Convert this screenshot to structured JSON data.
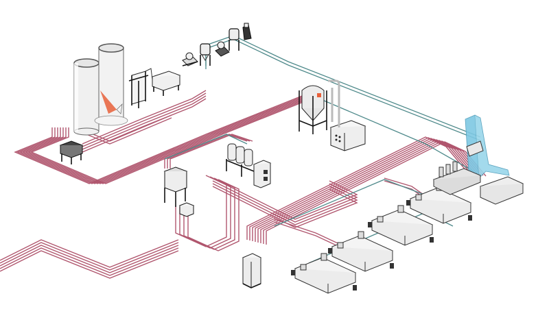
{
  "diagram": {
    "type": "isometric-central-conveying-system",
    "colors": {
      "background": "#ffffff",
      "material_line": "#b0566e",
      "vacuum_line": "#4f8a8b",
      "equipment_fill": "#eeeeee",
      "equipment_stroke": "#222222",
      "silo_highlight": "#e8603a",
      "film_tower": "#7ec8e3"
    },
    "equipment": [
      {
        "id": "silo-1",
        "icon": "storage-silo-icon"
      },
      {
        "id": "silo-2",
        "icon": "storage-silo-with-cutaway-icon"
      },
      {
        "id": "bag-unloader",
        "icon": "bulk-bag-unloader-icon"
      },
      {
        "id": "drum-station",
        "icon": "drum-station-icon"
      },
      {
        "id": "vacuum-pump-1",
        "icon": "vacuum-pump-icon"
      },
      {
        "id": "hopper-loader-1",
        "icon": "hopper-loader-icon"
      },
      {
        "id": "vacuum-pump-2",
        "icon": "vacuum-pump-icon"
      },
      {
        "id": "hopper-loader-2",
        "icon": "hopper-loader-icon"
      },
      {
        "id": "filter-unit",
        "icon": "central-filter-icon"
      },
      {
        "id": "distribution-station",
        "icon": "manifold-distribution-station-icon"
      },
      {
        "id": "dryer-hopper",
        "icon": "drying-hopper-icon"
      },
      {
        "id": "dehumidifier",
        "icon": "dehumidifying-dryer-icon"
      },
      {
        "id": "dosing-unit",
        "icon": "gravimetric-dosing-unit-icon"
      },
      {
        "id": "small-bin",
        "icon": "regrind-bin-icon"
      },
      {
        "id": "multi-hopper-dryer",
        "icon": "multi-hopper-dryer-icon"
      },
      {
        "id": "dryer-cabinet",
        "icon": "control-cabinet-icon"
      },
      {
        "id": "control-panel",
        "icon": "central-control-panel-icon"
      },
      {
        "id": "imm-1",
        "icon": "injection-molding-machine-icon"
      },
      {
        "id": "imm-2",
        "icon": "injection-molding-machine-icon"
      },
      {
        "id": "imm-3",
        "icon": "injection-molding-machine-icon"
      },
      {
        "id": "imm-4",
        "icon": "injection-molding-machine-icon"
      },
      {
        "id": "blown-film-line",
        "icon": "blown-film-extrusion-line-icon"
      }
    ]
  }
}
